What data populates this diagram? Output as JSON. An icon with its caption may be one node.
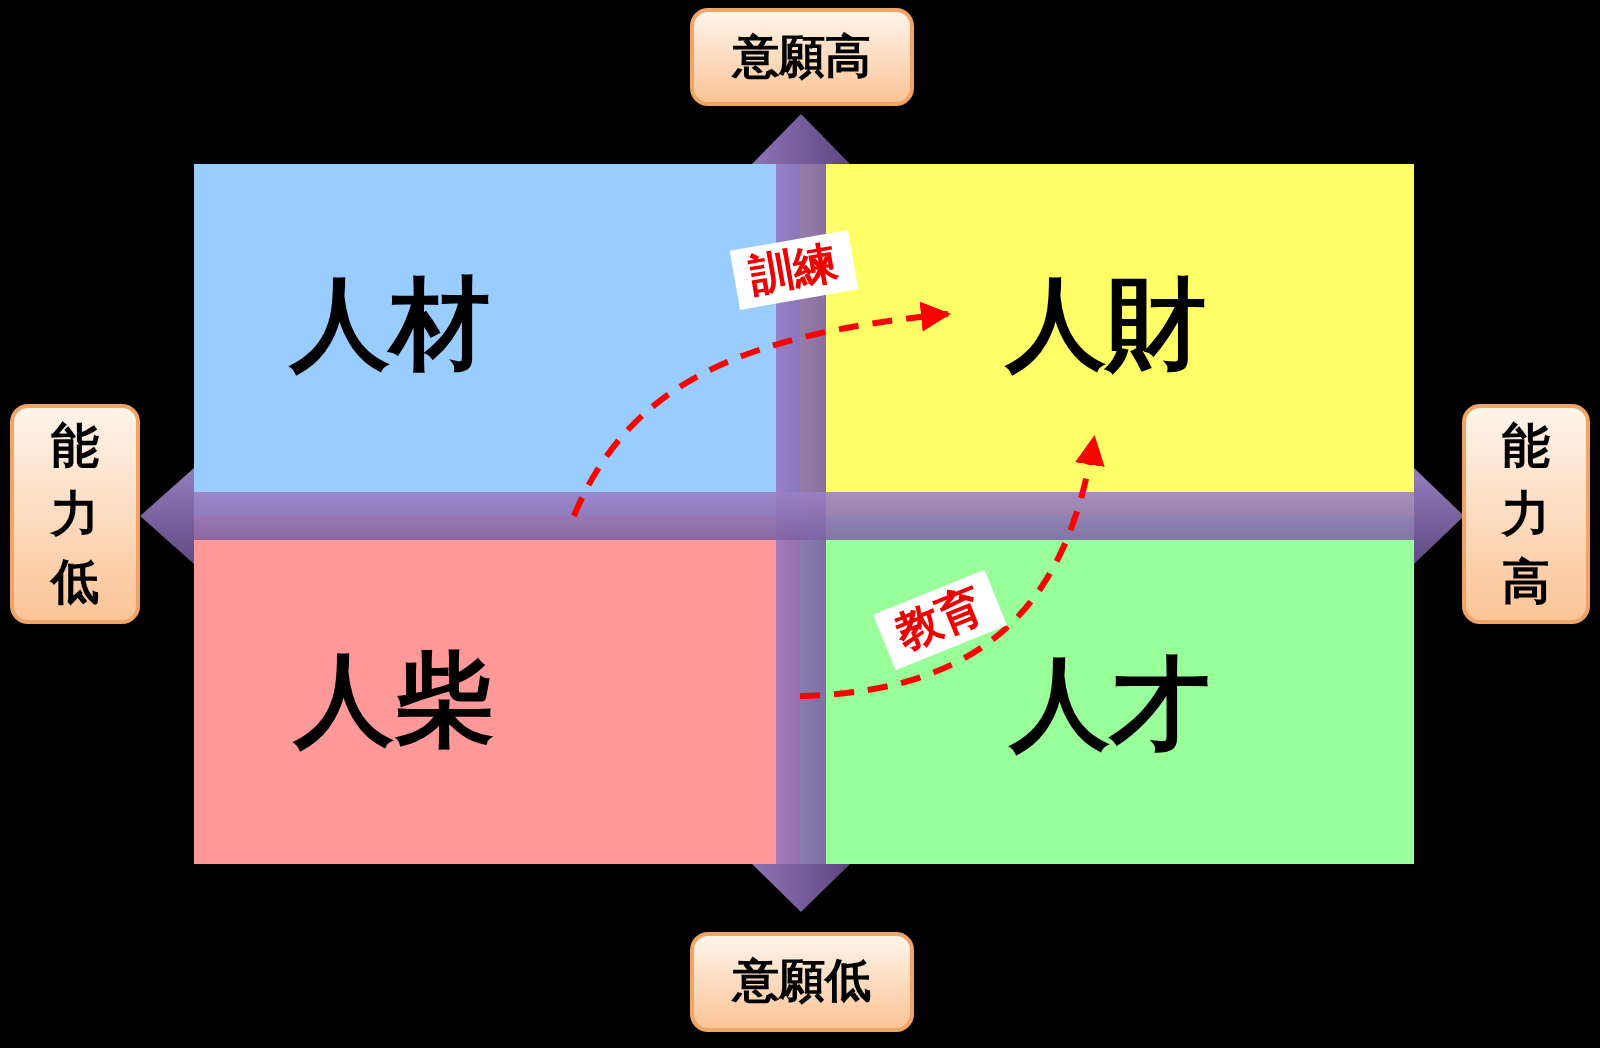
{
  "diagram": {
    "nodes": [
      {
        "text": [
          "意願高"
        ]
      },
      {
        "text": [
          "人材"
        ]
      },
      {
        "text": [
          "人財"
        ]
      },
      {
        "text": [
          "能力低"
        ]
      },
      {
        "text": [
          "能力高"
        ]
      },
      {
        "text": [
          "人柴"
        ]
      },
      {
        "text": [
          "人才"
        ]
      },
      {
        "text": [
          "意願低"
        ]
      }
    ],
    "edges": [
      {
        "from": 1,
        "to": 2,
        "arrow": "to",
        "label": "訓練",
        "style": "dashed"
      },
      {
        "from": 6,
        "to": 2,
        "arrow": "to",
        "label": "教育",
        "style": "dashed"
      }
    ]
  }
}
